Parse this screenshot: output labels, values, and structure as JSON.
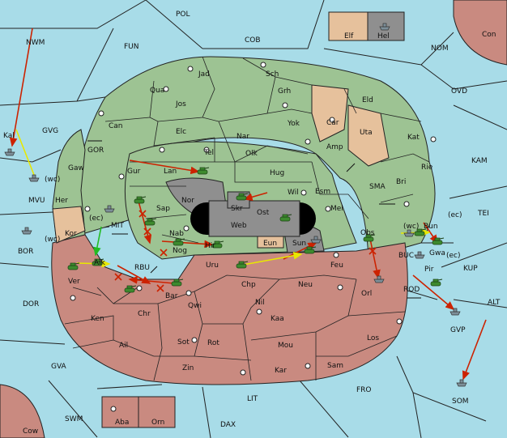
{
  "colors": {
    "sea": "#a8dce8",
    "green": "#9dc393",
    "tan": "#e6c19c",
    "red": "#c98a80",
    "grey": "#8f8f8f",
    "border": "#222222",
    "move": "#cc2200",
    "support": "#e8e800",
    "convoy": "#22bb22"
  },
  "labels": {
    "POL": "POL",
    "COB": "COB",
    "FUN": "FUN",
    "NOM": "NOM",
    "OVD": "OVD",
    "KAM": "KAM",
    "TEI": "TEI",
    "KUP": "KUP",
    "ALT": "ALT",
    "NWM": "NWM",
    "GVG": "GVG",
    "GOR": "GOR",
    "MVU": "MVU",
    "BOR": "BOR",
    "DOR": "DOR",
    "GVA": "GVA",
    "SWM": "SWM",
    "LIT": "LIT",
    "DAX": "DAX",
    "FRO": "FRO",
    "SOM": "SOM",
    "GVP": "GVP",
    "ROD": "ROD",
    "BUC": "BUC",
    "SMA": "SMA",
    "MIT": "MIT",
    "RBU": "RBU",
    "Con": "Con",
    "Cow": "Cow",
    "Elf": "Elf",
    "Hel": "Hel",
    "Aba": "Aba",
    "Orn": "Orn",
    "Kal": "Kal",
    "Gaw": "Gaw",
    "Her": "Her",
    "Kor": "Kor",
    "Aik": "Aik",
    "Ver": "Ver",
    "Ken": "Ken",
    "Ail": "Ail",
    "Chr": "Chr",
    "Bar": "Bar",
    "Qwi": "Qwi",
    "Sot": "Sot",
    "Rot": "Rot",
    "Zin": "Zin",
    "Kar": "Kar",
    "Sam": "Sam",
    "Mou": "Mou",
    "Kaa": "Kaa",
    "Nil": "Nil",
    "Chp": "Chp",
    "Neu": "Neu",
    "Uru": "Uru",
    "Feu": "Feu",
    "Orl": "Orl",
    "Los": "Los",
    "Pir": "Pir",
    "Gwa": "Gwa",
    "Bun": "Bun",
    "Obs": "Obs",
    "Mel": "Mel",
    "Esm": "Esm",
    "Wil": "Wil",
    "Hug": "Hug",
    "Olk": "Olk",
    "Nar": "Nar",
    "Tel": "Tel",
    "Elc": "Elc",
    "Lan": "Lan",
    "Gur": "Gur",
    "Can": "Can",
    "Qua": "Qua",
    "Jos": "Jos",
    "Jad": "Jad",
    "Sch": "Sch",
    "Grh": "Grh",
    "Yok": "Yok",
    "Car": "Car",
    "Eld": "Eld",
    "Uta": "Uta",
    "Kat": "Kat",
    "Amp": "Amp",
    "Rie": "Rie",
    "Bri": "Bri",
    "Sap": "Sap",
    "Nor": "Nor",
    "Skr": "Skr",
    "Ost": "Ost",
    "Web": "Web",
    "Nab": "Nab",
    "Hir": "Hir",
    "Nog": "Nog",
    "Eun": "Eun",
    "Sun": "Sun"
  },
  "annotations": {
    "wc_mvu": "(wc)",
    "ec_mit": "(ec)",
    "wc_bor": "(wc)",
    "wc_bun": "(wc)",
    "ec_bun": "(ec)",
    "ec_gwa": "(ec)"
  }
}
